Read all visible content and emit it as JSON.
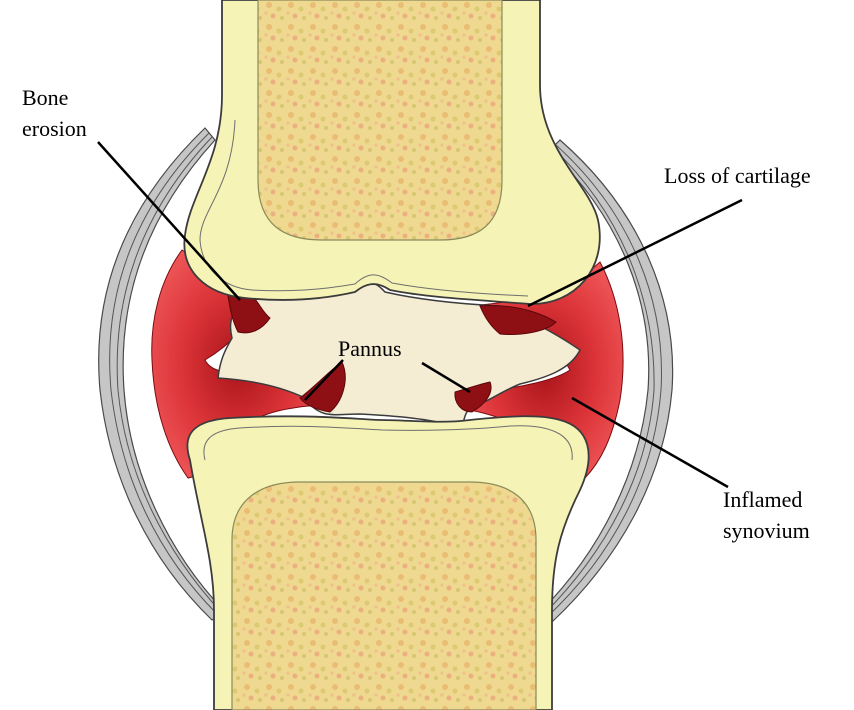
{
  "labels": {
    "bone_erosion_line1": "Bone",
    "bone_erosion_line2": "erosion",
    "loss_of_cartilage": "Loss of cartilage",
    "pannus": "Pannus",
    "inflamed_synovium_line1": "Inflamed",
    "inflamed_synovium_line2": "synovium"
  },
  "colors": {
    "bone_cortex": "#f6f3b6",
    "marrow": "#eed58f",
    "synovium": "#e23a3c",
    "pannus_dark": "#8e0f14",
    "joint_space": "#f4ecd3",
    "capsule": "#b9b9b9",
    "outline": "#3c3c3c"
  }
}
